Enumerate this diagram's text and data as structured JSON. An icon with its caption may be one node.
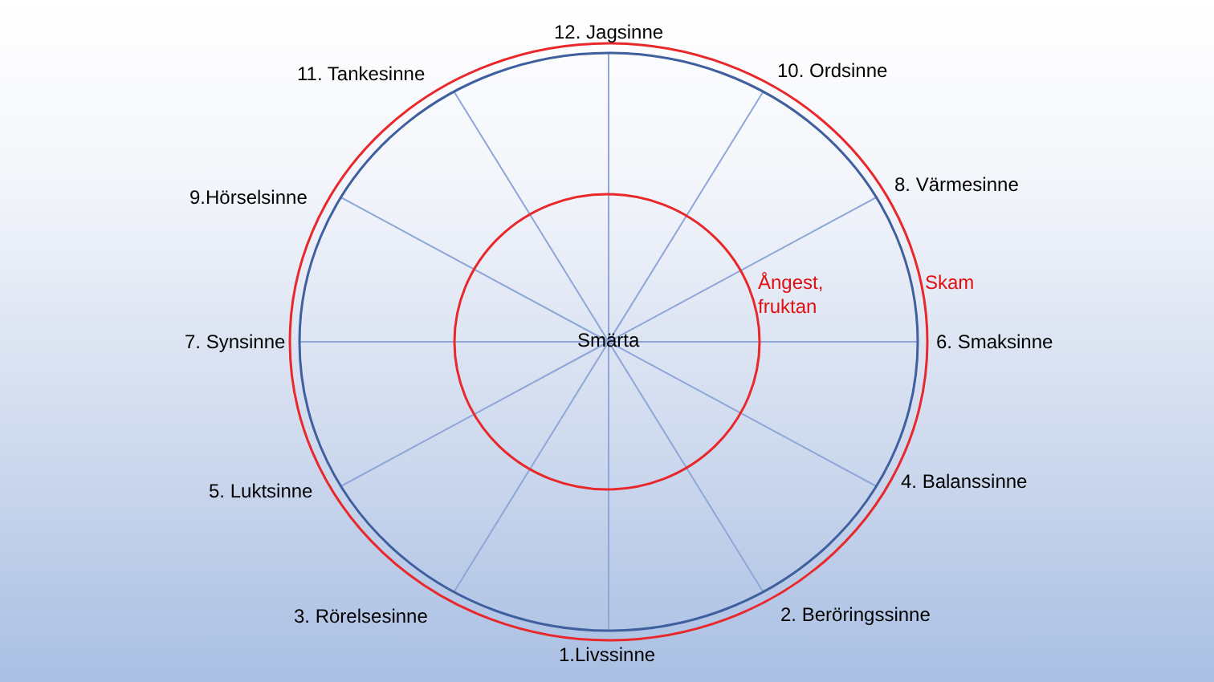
{
  "diagram": {
    "labels": [
      "12. Jagsinne",
      "11. Tankesinne",
      "10. Ordsinne",
      "8. Värmesinne",
      "9.Hörselsinne",
      "Skam",
      "Ångest, fruktan",
      "7. Synsinne",
      "Smärta",
      "6. Smaksinne",
      "4. Balanssinne",
      "5. Luktsinne",
      "3. Rörelsesinne",
      "2. Beröringssinne",
      "1.Livssinne"
    ]
  }
}
